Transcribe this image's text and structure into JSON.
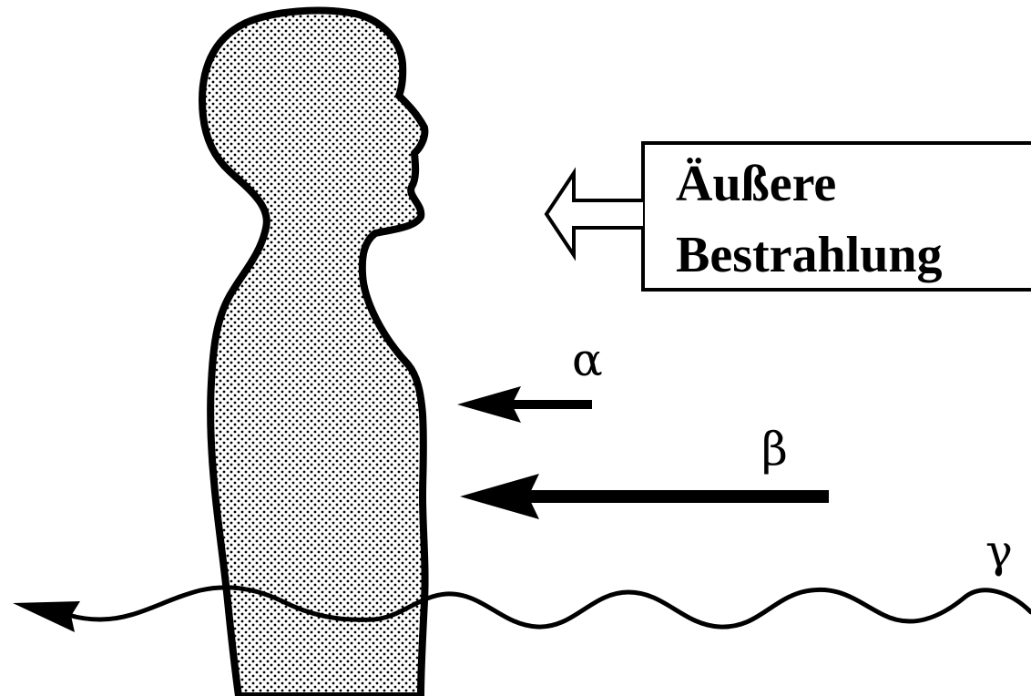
{
  "label_box": {
    "line1": "Äußere",
    "line2": "Bestrahlung"
  },
  "radiation": {
    "alpha": "α",
    "beta": "β",
    "gamma": "γ"
  },
  "colors": {
    "ink": "#000000",
    "background": "#ffffff"
  }
}
